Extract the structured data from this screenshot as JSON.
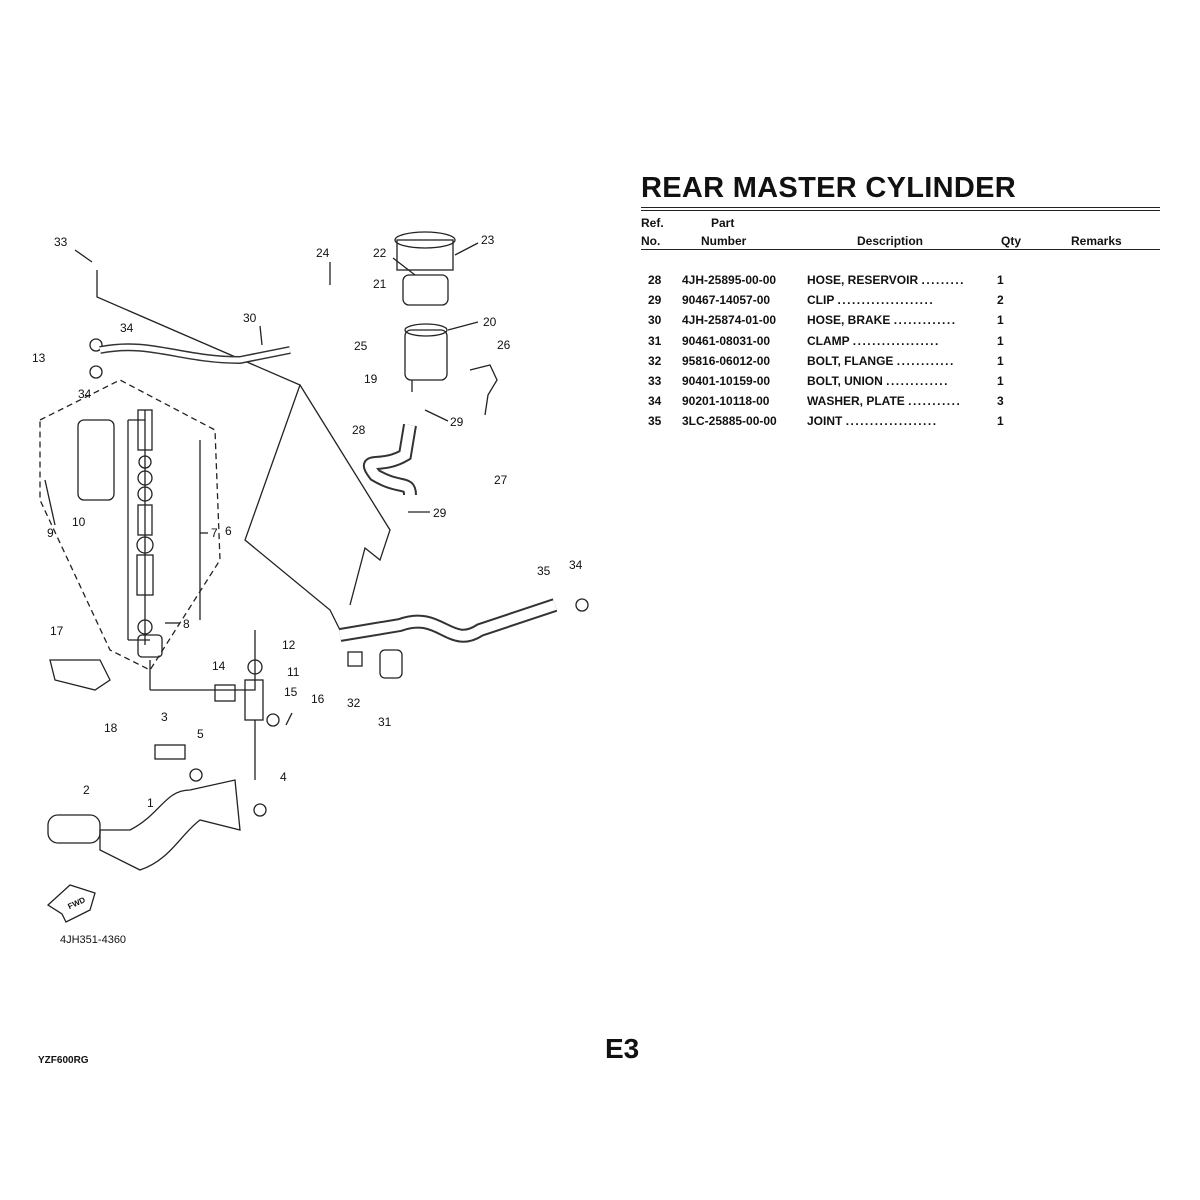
{
  "title": "REAR MASTER CYLINDER",
  "columns": {
    "ref_top": "Ref.",
    "ref_bottom": "No.",
    "part_top": "Part",
    "part_bottom": "Number",
    "description": "Description",
    "qty": "Qty",
    "remarks": "Remarks"
  },
  "rows": [
    {
      "ref": "28",
      "part": "4JH-25895-00-00",
      "desc": "HOSE, RESERVOIR",
      "dots": ".........",
      "qty": "1"
    },
    {
      "ref": "29",
      "part": "90467-14057-00",
      "desc": "CLIP",
      "dots": "....................",
      "qty": "2"
    },
    {
      "ref": "30",
      "part": "4JH-25874-01-00",
      "desc": "HOSE, BRAKE",
      "dots": ".............",
      "qty": "1"
    },
    {
      "ref": "31",
      "part": "90461-08031-00",
      "desc": "CLAMP",
      "dots": "..................",
      "qty": "1"
    },
    {
      "ref": "32",
      "part": "95816-06012-00",
      "desc": "BOLT, FLANGE",
      "dots": "............",
      "qty": "1"
    },
    {
      "ref": "33",
      "part": "90401-10159-00",
      "desc": "BOLT, UNION",
      "dots": ".............",
      "qty": "1"
    },
    {
      "ref": "34",
      "part": "90201-10118-00",
      "desc": "WASHER, PLATE",
      "dots": "...........",
      "qty": "3"
    },
    {
      "ref": "35",
      "part": "3LC-25885-00-00",
      "desc": "JOINT",
      "dots": "...................",
      "qty": "1"
    }
  ],
  "diagram": {
    "callouts": [
      "33",
      "24",
      "22",
      "23",
      "21",
      "30",
      "34",
      "20",
      "25",
      "26",
      "13",
      "34",
      "19",
      "29",
      "28",
      "27",
      "29",
      "10",
      "9",
      "7",
      "6",
      "8",
      "35",
      "34",
      "17",
      "12",
      "14",
      "11",
      "15",
      "16",
      "32",
      "31",
      "18",
      "3",
      "5",
      "4",
      "2",
      "1"
    ],
    "fwd_label": "FWD",
    "code": "4JH351-4360"
  },
  "footer": {
    "model": "YZF600RG",
    "page": "E3"
  }
}
